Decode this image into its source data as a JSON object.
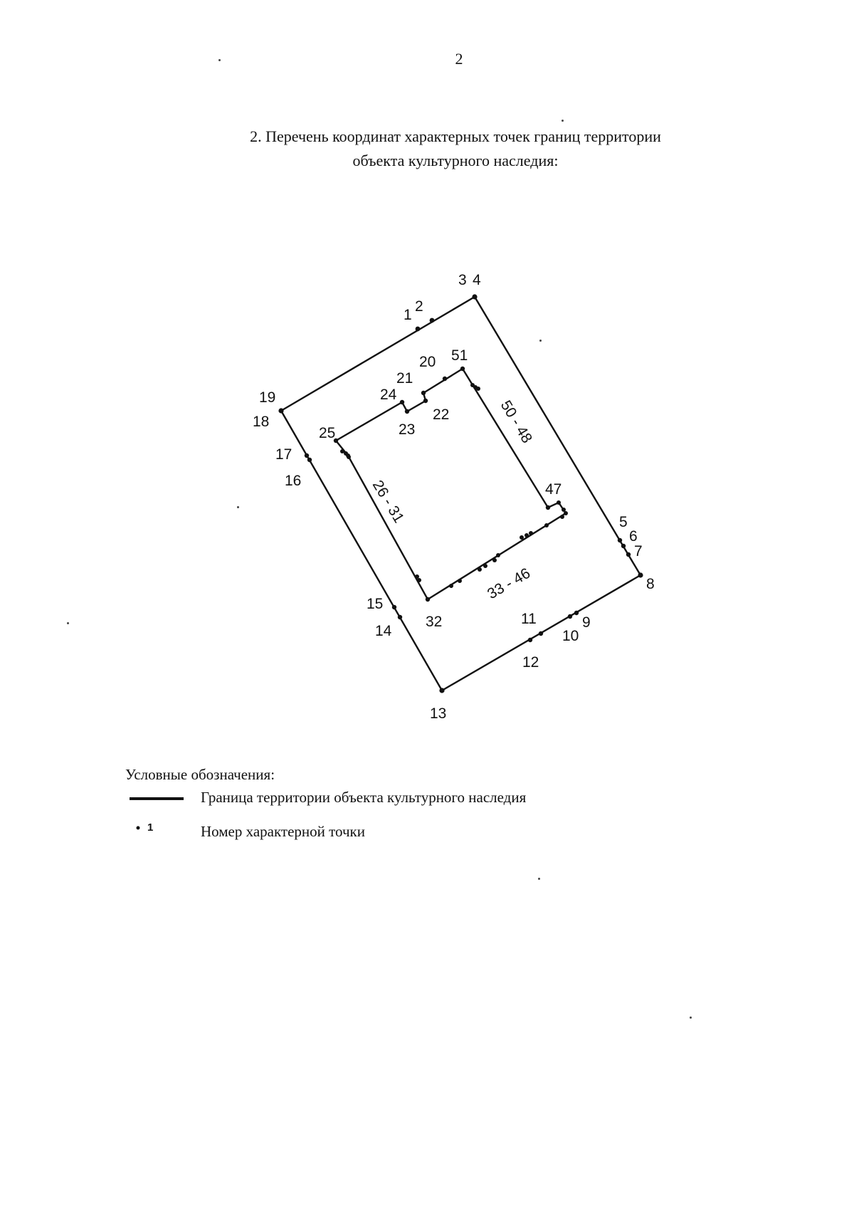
{
  "page_number": "2",
  "title": {
    "line1": "2. Перечень координат характерных точек границ территории",
    "line2": "объекта культурного наследия:"
  },
  "scheme": {
    "point_labels": {
      "p1": "1",
      "p2": "2",
      "p3": "3",
      "p4": "4",
      "p5": "5",
      "p6": "6",
      "p7": "7",
      "p8": "8",
      "p9": "9",
      "p10": "10",
      "p11": "11",
      "p12": "12",
      "p13": "13",
      "p14": "14",
      "p15": "15",
      "p16": "16",
      "p17": "17",
      "p18": "18",
      "p19": "19",
      "p20": "20",
      "p21": "21",
      "p22": "22",
      "p23": "23",
      "p24": "24",
      "p25": "25",
      "p32": "32",
      "p47": "47",
      "p51": "51"
    },
    "range_labels": {
      "r26_31": "26 - 31",
      "r33_46": "33 - 46",
      "r50_48": "50 - 48"
    }
  },
  "legend": {
    "title": "Условные обозначения:",
    "boundary_label": "Граница территории объекта культурного наследия",
    "point_symbol_text": "1",
    "point_label": "Номер характерной точки"
  }
}
